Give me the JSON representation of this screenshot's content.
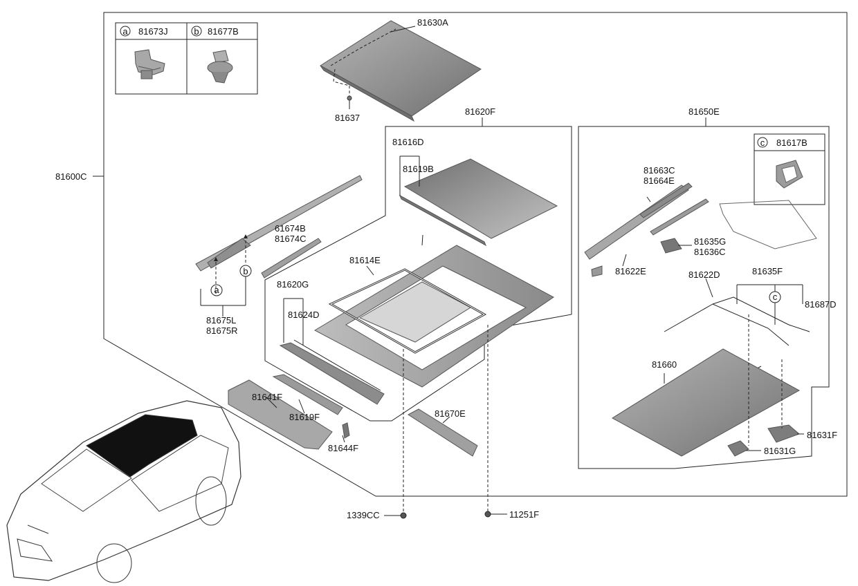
{
  "legend": {
    "a": {
      "letter": "a",
      "part": "81673J"
    },
    "b": {
      "letter": "b",
      "part": "81677B"
    },
    "c": {
      "letter": "c",
      "part": "81617B"
    }
  },
  "labels": {
    "p81630A": "81630A",
    "p81637": "81637",
    "p81620F": "81620F",
    "p81650E": "81650E",
    "p81600C": "81600C",
    "p81616D": "81616D",
    "p81619B": "81619B",
    "p81663C": "81663C",
    "p81664E": "81664E",
    "p61674B": "61674B",
    "p81674C": "81674C",
    "p81635G": "81635G",
    "p81636C": "81636C",
    "p81614E": "81614E",
    "p81622E": "81622E",
    "p81620G": "81620G",
    "p81624D": "81624D",
    "p81622D": "81622D",
    "p81635F": "81635F",
    "p81687D": "81687D",
    "p81675L": "81675L",
    "p81675R": "81675R",
    "p81660": "81660",
    "p81641F": "81641F",
    "p81619F": "81619F",
    "p81670E": "81670E",
    "p81644F": "81644F",
    "p81631F": "81631F",
    "p81631G": "81631G",
    "p1339CC": "1339CC",
    "p11251F": "11251F",
    "callout_a": "a",
    "callout_b": "b",
    "callout_c": "c"
  },
  "colors": {
    "panel_fill": "#9a9a9a",
    "panel_dark": "#7a7a7a",
    "glass_black": "#111111",
    "line": "#222222"
  }
}
